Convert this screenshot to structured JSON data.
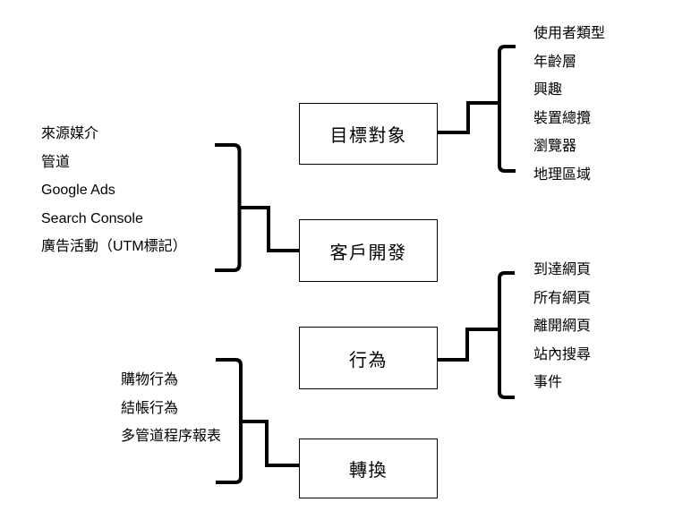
{
  "diagram": {
    "type": "tree-diagram",
    "colors": {
      "line": "#000000",
      "text": "#000000",
      "background": "#ffffff"
    },
    "nodes": {
      "audience": {
        "label": "目標對象"
      },
      "acquisition": {
        "label": "客戶開發"
      },
      "behavior": {
        "label": "行為"
      },
      "conversion": {
        "label": "轉換"
      }
    },
    "lists": {
      "audience": [
        "使用者類型",
        "年齡層",
        "興趣",
        "裝置總攬",
        "瀏覽器",
        "地理區域"
      ],
      "acquisition": [
        "來源媒介",
        "管道",
        "Google Ads",
        "Search Console",
        "廣告活動（UTM標記）"
      ],
      "behavior": [
        "到達網頁",
        "所有網頁",
        "離開網頁",
        "站內搜尋",
        "事件"
      ],
      "conversion": [
        "購物行為",
        "結帳行為",
        "多管道程序報表"
      ]
    },
    "edges": [
      {
        "from": "audience",
        "to_list": "audience",
        "side": "right"
      },
      {
        "from": "acquisition",
        "to_list": "acquisition",
        "side": "left"
      },
      {
        "from": "behavior",
        "to_list": "behavior",
        "side": "right"
      },
      {
        "from": "conversion",
        "to_list": "conversion",
        "side": "left"
      }
    ]
  }
}
